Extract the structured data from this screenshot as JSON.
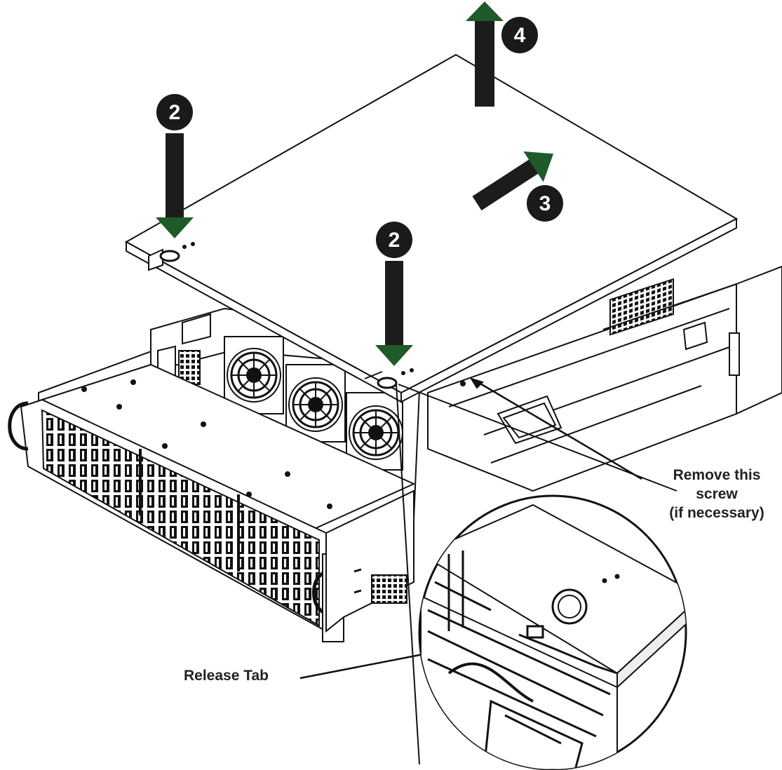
{
  "header_text": "",
  "steps": [
    {
      "id": "step-2a",
      "number": "2"
    },
    {
      "id": "step-2b",
      "number": "2"
    },
    {
      "id": "step-3",
      "number": "3"
    },
    {
      "id": "step-4",
      "number": "4"
    }
  ],
  "callouts": {
    "remove_screw": [
      "Remove this",
      "screw",
      "(if necessary)"
    ],
    "release_tab": "Release Tab"
  },
  "colors": {
    "arrow_shaft": "#1c1c1c",
    "arrow_head": "#1f5a2a",
    "badge": "#1a1a1a",
    "line": "#111111"
  }
}
